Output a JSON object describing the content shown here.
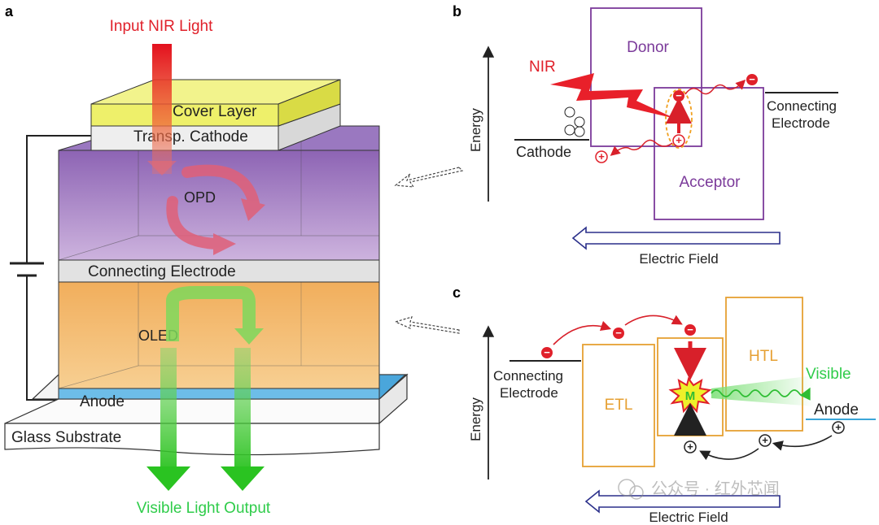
{
  "panel_a": {
    "label": "a",
    "input_light": "Input NIR Light",
    "cover_layer": "Cover Layer",
    "cathode": "Transp. Cathode",
    "opd": "OPD",
    "connecting_electrode": "Connecting Electrode",
    "oled": "OLED",
    "anode": "Anode",
    "glass": "Glass Substrate",
    "output": "Visible Light Output"
  },
  "panel_b": {
    "label": "b",
    "energy": "Energy",
    "donor": "Donor",
    "acceptor": "Acceptor",
    "nir": "NIR",
    "cathode": "Cathode",
    "connecting_line1": "Connecting",
    "connecting_line2": "Electrode",
    "electric_field": "Electric Field",
    "minus": "−",
    "plus": "+"
  },
  "panel_c": {
    "label": "c",
    "energy": "Energy",
    "connecting_line1": "Connecting",
    "connecting_line2": "Electrode",
    "etl": "ETL",
    "htl": "HTL",
    "emitter": "M",
    "visible": "Visible",
    "anode": "Anode",
    "electric_field": "Electric Field",
    "minus": "−",
    "plus": "+"
  },
  "watermark": "公众号 · 红外芯闻",
  "colors": {
    "nir_red": "#e0202a",
    "visible_green": "#34c23c",
    "purple_box": "#7b3a9a",
    "orange_box": "#e6a033",
    "field_arrow": "#2a2f8a",
    "opd_layer": "#a98cc6",
    "oled_layer": "#f2b566",
    "cover_layer": "#eef05a",
    "anode_layer": "#5fb6e6"
  }
}
